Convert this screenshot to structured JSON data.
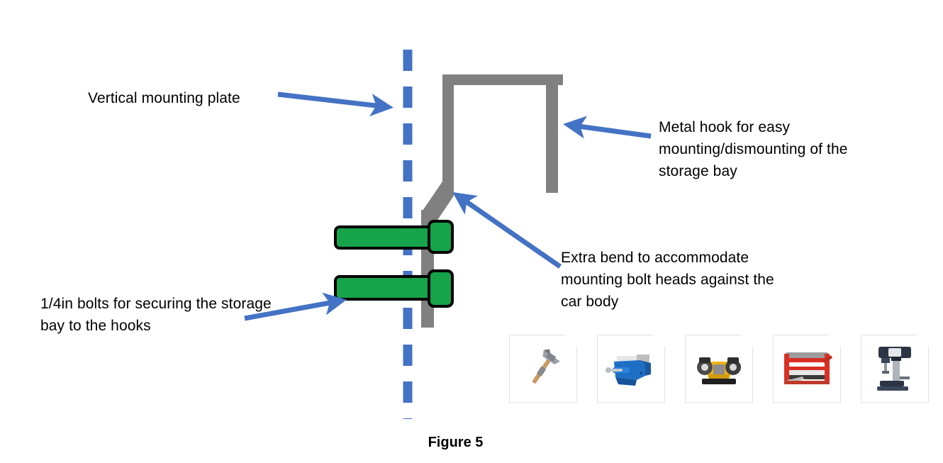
{
  "figure": {
    "caption": "Figure 5"
  },
  "labels": {
    "vertical_plate": "Vertical mounting plate",
    "metal_hook": "Metal hook for easy mounting/dismounting of the storage bay",
    "extra_bend": "Extra bend to accommodate mounting bolt heads against the car body",
    "bolts": "1/4in bolts for securing the storage bay to the hooks"
  },
  "colors": {
    "hook_gray": "#808080",
    "bolt_green": "#16A34A",
    "bolt_outline": "#000000",
    "dashed_blue": "#4472C4",
    "arrow_blue": "#4472C4",
    "text_black": "#000000",
    "background": "#FFFFFF"
  },
  "parts": [
    {
      "id": "vertical-mounting-plate",
      "style": "dashed-vertical-line",
      "color": "#4472C4"
    },
    {
      "id": "metal-hook",
      "style": "inverted-u-bracket-with-bend",
      "color": "#808080"
    },
    {
      "id": "mounting-bolt-upper",
      "style": "bolt",
      "color": "#16A34A"
    },
    {
      "id": "mounting-bolt-lower",
      "style": "bolt",
      "color": "#16A34A"
    }
  ],
  "callouts": [
    {
      "id": "callout-vertical-plate",
      "direction": "right",
      "target": "vertical-mounting-plate"
    },
    {
      "id": "callout-metal-hook",
      "direction": "left",
      "target": "metal-hook"
    },
    {
      "id": "callout-extra-bend",
      "direction": "upper-left",
      "target": "metal-hook-bend"
    },
    {
      "id": "callout-bolts",
      "direction": "upper-right",
      "target": "mounting-bolt-lower"
    }
  ],
  "thumbnails": [
    {
      "name": "hammer-thumbnail",
      "tool": "hammer"
    },
    {
      "name": "bench-vise-thumbnail",
      "tool": "bench vise"
    },
    {
      "name": "bench-grinder-thumbnail",
      "tool": "bench grinder"
    },
    {
      "name": "sheet-metal-brake-thumbnail",
      "tool": "sheet metal brake"
    },
    {
      "name": "drill-press-thumbnail",
      "tool": "drill press"
    }
  ]
}
